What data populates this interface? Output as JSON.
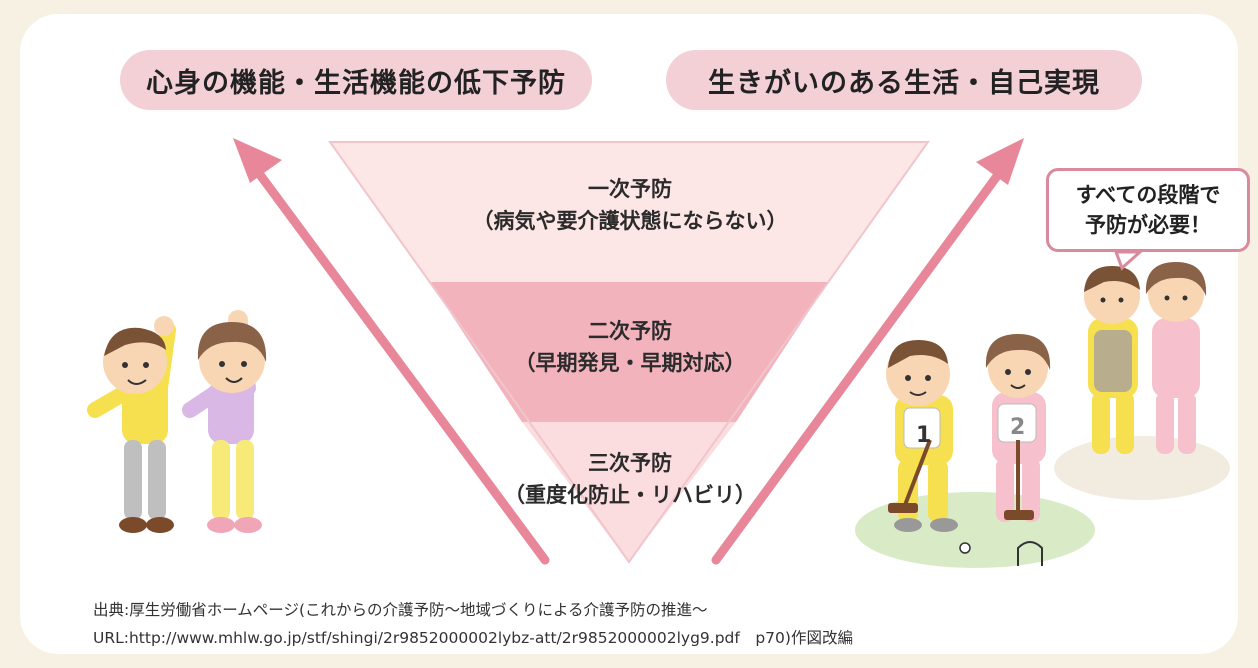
{
  "goals": {
    "left": "心身の機能・生活機能の低下予防",
    "right": "生きがいのある生活・自己実現"
  },
  "stages": [
    {
      "title": "一次予防",
      "detail": "（病気や要介護状態にならない）"
    },
    {
      "title": "二次予防",
      "detail": "（早期発見・早期対応）"
    },
    {
      "title": "三次予防",
      "detail": "（重度化防止・リハビリ）"
    }
  ],
  "speech_bubble": {
    "line1": "すべての段階で",
    "line2": "予防が必要！"
  },
  "bib_numbers": {
    "player1": "1",
    "player2": "2"
  },
  "source": {
    "line1": "出典:厚生労働省ホームページ(これからの介護予防～地域づくりによる介護予防の推進～",
    "line2": "URL:http://www.mhlw.go.jp/stf/shingi/2r9852000002lybz-att/2r9852000002lyg9.pdf　p70)作図改編"
  },
  "colors": {
    "background": "#f6f1e2",
    "pill": "#f3cfd6",
    "tier1": "#fde6e6",
    "tier2": "#f2b3bd",
    "tier3": "#fbdcdf",
    "arrow": "#e8879a"
  }
}
